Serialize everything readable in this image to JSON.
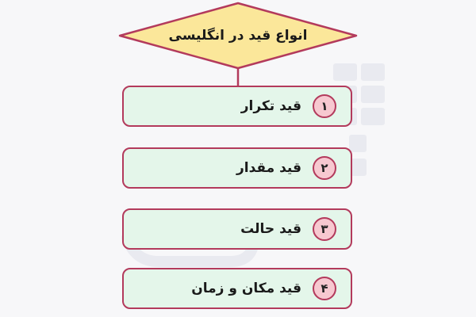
{
  "diagram": {
    "title": "انواع قید در انگلیسی",
    "items": [
      {
        "number": "۱",
        "label": "قید تکرار"
      },
      {
        "number": "۲",
        "label": "قید مقدار"
      },
      {
        "number": "۳",
        "label": "قید حالت"
      },
      {
        "number": "۴",
        "label": "قید مکان و زمان"
      }
    ]
  },
  "colors": {
    "diamond_fill": "#fbe79a",
    "diamond_border": "#b33a5c",
    "box_fill": "#e4f6ea",
    "box_border": "#b33a5c",
    "badge_fill": "#f7c8d0"
  }
}
